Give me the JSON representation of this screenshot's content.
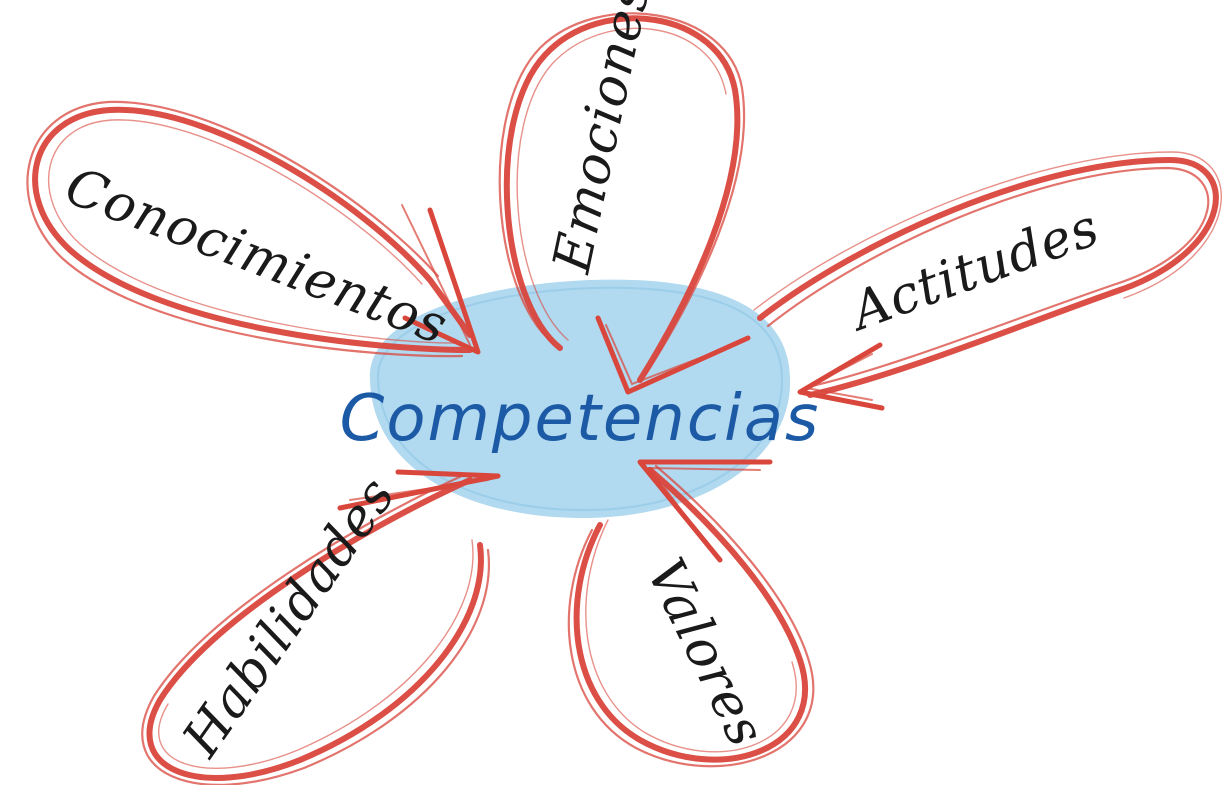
{
  "diagram": {
    "center": {
      "label": "Competencias"
    },
    "petals": [
      {
        "id": "conocimientos",
        "label": "Conocimientos"
      },
      {
        "id": "emociones",
        "label": "Emociones"
      },
      {
        "id": "actitudes",
        "label": "Actitudes"
      },
      {
        "id": "valores",
        "label": "Valores"
      },
      {
        "id": "habilidades",
        "label": "Habilidades"
      }
    ]
  },
  "colors": {
    "loop_stroke": "#d9463c",
    "center_fill": "#aad6ee",
    "center_text": "#1c5aa6",
    "petal_text": "#1a1a1a"
  }
}
